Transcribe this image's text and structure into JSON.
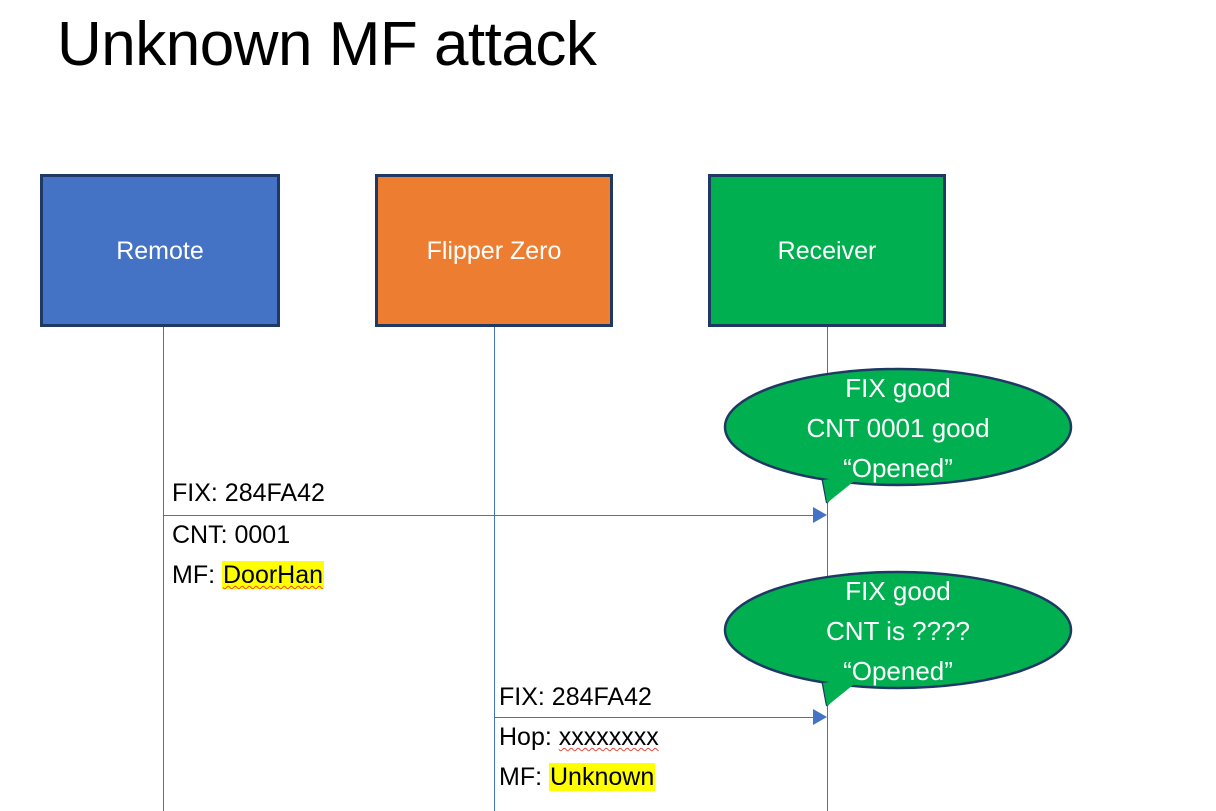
{
  "slide": {
    "title": "Unknown MF attack",
    "background": "#FFFFFF"
  },
  "colors": {
    "remote_fill": "#4472C4",
    "flipper_fill": "#ED7D31",
    "receiver_fill": "#00B050",
    "box_border": "#1F3864",
    "lifeline": "#4472C4",
    "arrow": "#4472C4",
    "highlight": "#FFFF00",
    "spellcheck_underline": "#E8493A",
    "callout_fill": "#00B050",
    "callout_border": "#1F3864",
    "text": "#000000",
    "box_text": "#FFFFFF"
  },
  "actors": [
    {
      "id": "remote",
      "label": "Remote",
      "fill": "#4472C4"
    },
    {
      "id": "flipper",
      "label": "Flipper Zero",
      "fill": "#ED7D31"
    },
    {
      "id": "receiver",
      "label": "Receiver",
      "fill": "#00B050"
    }
  ],
  "messages": [
    {
      "id": "msg-1",
      "from": "remote",
      "to": "receiver",
      "lines": [
        {
          "label": "FIX: ",
          "value": "284FA42",
          "highlight": false,
          "spellcheck": false
        },
        {
          "label": "CNT: ",
          "value": "0001",
          "highlight": false,
          "spellcheck": false
        },
        {
          "label": "MF: ",
          "value": "DoorHan",
          "highlight": true,
          "spellcheck": true
        }
      ]
    },
    {
      "id": "msg-2",
      "from": "flipper",
      "to": "receiver",
      "lines": [
        {
          "label": "FIX: ",
          "value": "284FA42",
          "highlight": false,
          "spellcheck": false
        },
        {
          "label": "Hop: ",
          "value": "xxxxxxxx",
          "highlight": false,
          "spellcheck": true
        },
        {
          "label": "MF: ",
          "value": "Unknown",
          "highlight": true,
          "spellcheck": false
        }
      ]
    }
  ],
  "callouts": [
    {
      "id": "callout-1",
      "attached_to": "receiver",
      "line1": "FIX good",
      "line2": "CNT 0001 good",
      "line3": "“Opened”"
    },
    {
      "id": "callout-2",
      "attached_to": "receiver",
      "line1": "FIX good",
      "line2": "CNT is ????",
      "line3": "“Opened”"
    }
  ]
}
